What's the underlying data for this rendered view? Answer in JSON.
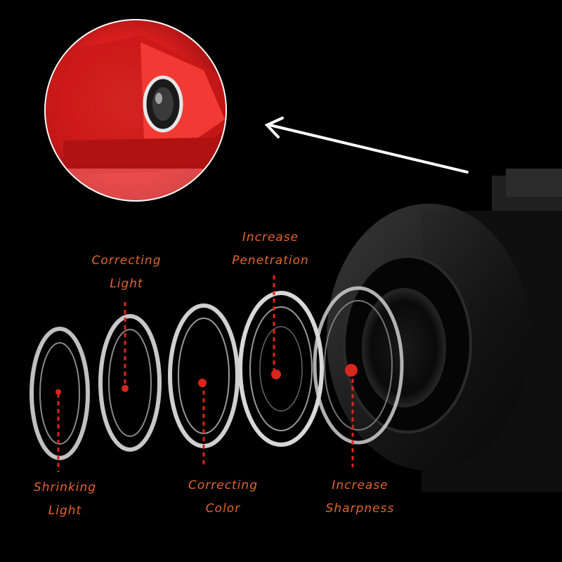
{
  "labels": {
    "correcting_light": [
      "Correcting",
      "Light"
    ],
    "increase_penetration": [
      "Increase",
      "Penetration"
    ],
    "shrinking_light": [
      "Shrinking",
      "Light"
    ],
    "correcting_color": [
      "Correcting",
      "Color"
    ],
    "increase_sharpness": [
      "Increase",
      "Sharpness"
    ]
  },
  "colors": {
    "label_text": "#e2662a",
    "leader_line": "#d9261c",
    "background": "#000000",
    "inset_red": "#e01f1f"
  },
  "icons": {
    "arrow": "arrow-left-icon",
    "inset": "camera-housing-inset"
  }
}
